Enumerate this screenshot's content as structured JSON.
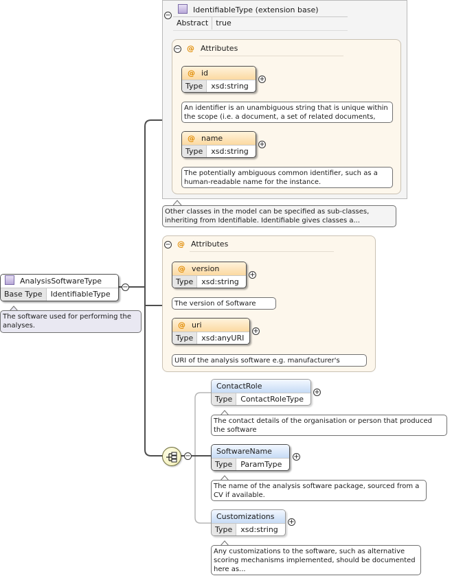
{
  "root": {
    "name": "AnalysisSoftwareType",
    "base_label": "Base Type",
    "base_value": "IdentifiableType",
    "annotation": "The software used for performing the analyses."
  },
  "extension": {
    "title": "IdentifiableType (extension base)",
    "abstract_label": "Abstract",
    "abstract_value": "true",
    "attributes_title": "Attributes",
    "annotation": "Other classes in the model can be specified as sub-classes, inheriting from Identifiable. Identifiable gives classes a...",
    "attributes": [
      {
        "name": "id",
        "type_label": "Type",
        "type_value": "xsd:string",
        "annotation": "An identifier is an unambiguous string that is unique within the scope (i.e. a document, a set of related documents, or..."
      },
      {
        "name": "name",
        "type_label": "Type",
        "type_value": "xsd:string",
        "annotation": "The potentially ambiguous common identifier, such as a human-readable name for the instance."
      }
    ]
  },
  "own_attributes": {
    "title": "Attributes",
    "items": [
      {
        "name": "version",
        "type_label": "Type",
        "type_value": "xsd:string",
        "annotation": "The version of Software used."
      },
      {
        "name": "uri",
        "type_label": "Type",
        "type_value": "xsd:anyURI",
        "annotation": "URI of the analysis software e.g. manufacturer's website"
      }
    ]
  },
  "sequence": {
    "elements": [
      {
        "name": "ContactRole",
        "type_label": "Type",
        "type_value": "ContactRoleType",
        "optional": true,
        "annotation": "The contact details of the organisation or person that produced the software"
      },
      {
        "name": "SoftwareName",
        "type_label": "Type",
        "type_value": "ParamType",
        "optional": false,
        "annotation": "The name of the analysis software package, sourced from a CV if available."
      },
      {
        "name": "Customizations",
        "type_label": "Type",
        "type_value": "xsd:string",
        "optional": true,
        "annotation": "Any customizations to the software, such as alternative scoring mechanisms implemented, should be documented here as..."
      }
    ]
  },
  "symbols": {
    "collapse": "−",
    "expand": "+",
    "attribute": "@"
  },
  "icons": [
    "complex-type-icon",
    "attribute-icon",
    "sequence-compositor-icon",
    "collapse-icon",
    "expand-icon"
  ]
}
